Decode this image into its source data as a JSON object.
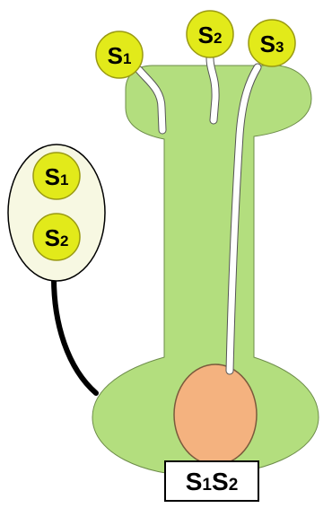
{
  "colors": {
    "pistil_fill": "#b3de7e",
    "pistil_stroke": "#6d8c4a",
    "pollen_fill": "#e2ea1a",
    "pollen_stroke": "#9a9a12",
    "anther_fill": "#f7f8e2",
    "ovule_fill": "#f4b27f",
    "tube_fill": "#ffffff",
    "filament": "#000000"
  },
  "stigma_pollen": [
    {
      "letter": "S",
      "index": "1"
    },
    {
      "letter": "S",
      "index": "2"
    },
    {
      "letter": "S",
      "index": "3"
    }
  ],
  "anther_pollen": [
    {
      "letter": "S",
      "index": "1"
    },
    {
      "letter": "S",
      "index": "2"
    }
  ],
  "ovule_genotype": {
    "first_letter": "S",
    "first_index": "1",
    "second_letter": "S",
    "second_index": "2"
  }
}
